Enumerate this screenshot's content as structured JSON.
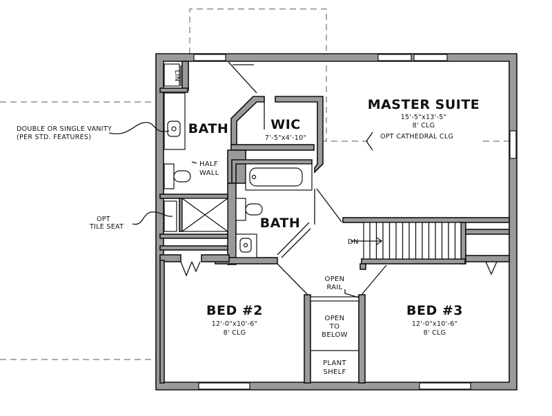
{
  "rooms": {
    "master": {
      "name": "MASTER SUITE",
      "dims": "15'-5\"x13'-5\"",
      "ceiling": "8' CLG",
      "note": "OPT CATHEDRAL CLG"
    },
    "wic": {
      "name": "WIC",
      "dims": "7'-5\"x4'-10\""
    },
    "bath_master": {
      "name": "BATH"
    },
    "bath_hall": {
      "name": "BATH"
    },
    "bed2": {
      "name": "BED #2",
      "dims": "12'-0\"x10'-6\"",
      "ceiling": "8' CLG"
    },
    "bed3": {
      "name": "BED #3",
      "dims": "12'-0\"x10'-6\"",
      "ceiling": "8' CLG"
    }
  },
  "labels": {
    "lin": "LIN",
    "half_wall_1": "HALF",
    "half_wall_2": "WALL",
    "vanity_1": "DOUBLE OR SINGLE VANITY",
    "vanity_2": "(PER STD. FEATURES)",
    "tile_seat_1": "OPT",
    "tile_seat_2": "TILE SEAT",
    "dn": "DN",
    "open_rail_1": "OPEN",
    "open_rail_2": "RAIL",
    "open_below_1": "OPEN",
    "open_below_2": "TO",
    "open_below_3": "BELOW",
    "plant_shelf_1": "PLANT",
    "plant_shelf_2": "SHELF"
  },
  "colors": {
    "wall_fill": "#9a9a9a",
    "line": "#111111",
    "background": "#ffffff"
  }
}
